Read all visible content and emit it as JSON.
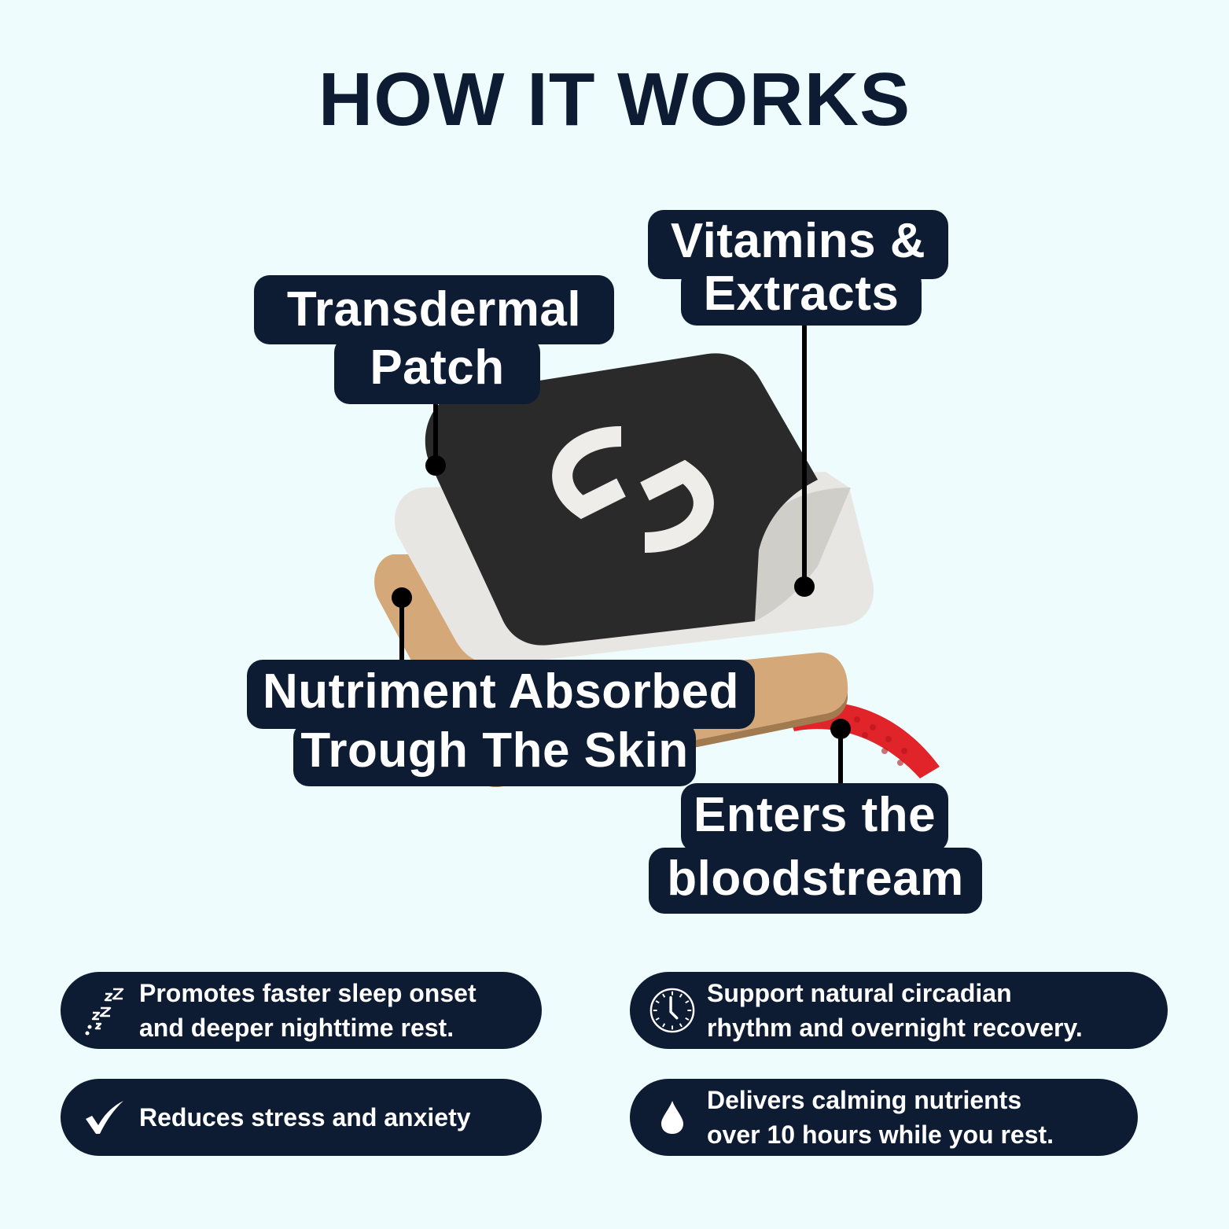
{
  "title": "HOW IT WORKS",
  "labels": {
    "patch": {
      "line1": "Transdermal",
      "line2": "Patch"
    },
    "vitamins": {
      "line1": "Vitamins &",
      "line2": "Extracts"
    },
    "absorbed": {
      "line1": "Nutriment Absorbed",
      "line2": "Trough The Skin"
    },
    "bloodstream": {
      "line1": "Enters the",
      "line2": "bloodstream"
    }
  },
  "benefits": [
    {
      "icon": "sleep-zzz-icon",
      "line1": "Promotes faster sleep onset",
      "line2": "and deeper nighttime rest."
    },
    {
      "icon": "clock-icon",
      "line1": "Support natural circadian",
      "line2": "rhythm and overnight recovery."
    },
    {
      "icon": "checkmark-icon",
      "line1": "Reduces stress and anxiety",
      "line2": ""
    },
    {
      "icon": "water-drop-icon",
      "line1": "Delivers calming nutrients",
      "line2": "over 10 hours while you rest."
    }
  ],
  "colors": {
    "background": "#eefcfd",
    "navy": "#0d1b33",
    "patch_black": "#2a2a2a",
    "adhesive_white": "#e8e6e2",
    "skin_tan": "#d4a878",
    "blood_red": "#e0242a"
  }
}
